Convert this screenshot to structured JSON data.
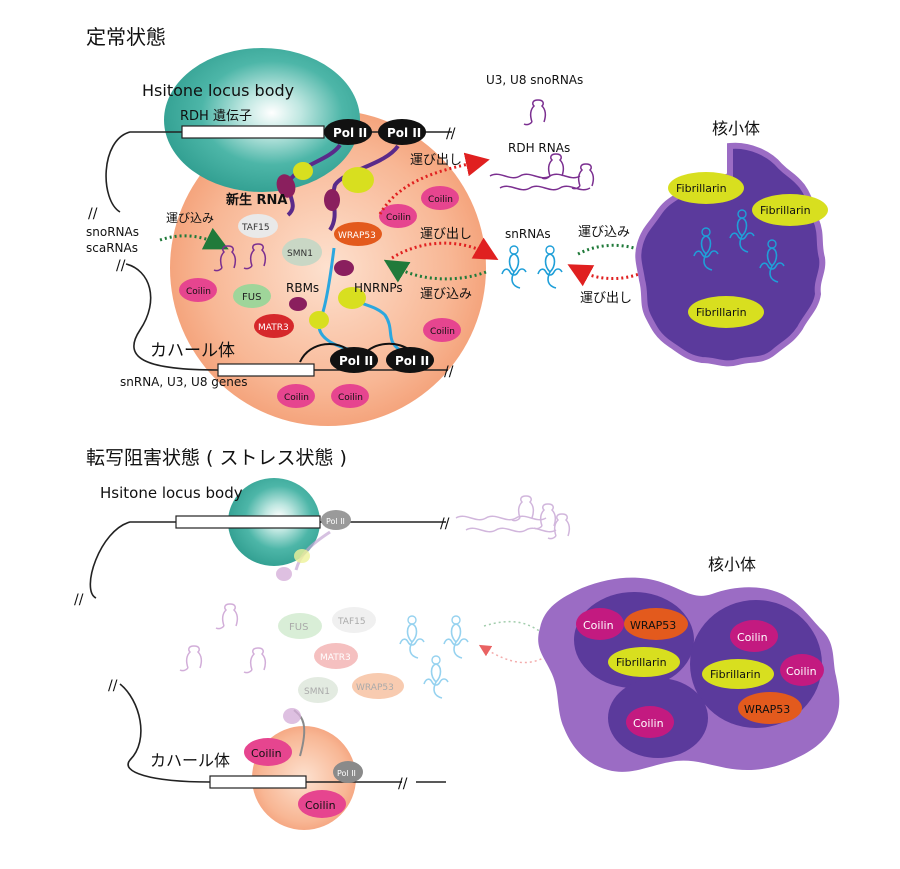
{
  "top": {
    "heading": "定常状態",
    "histone_body": "Hsitone locus body",
    "rdh_gene": "RDH 遺伝子",
    "pol_ii": "Pol II",
    "u3_u8": "U3, U8 snoRNAs",
    "rdh_rnas": "RDH RNAs",
    "export1": "運び出し",
    "nascent_rna": "新生 RNA",
    "sno_label": "snoRNAs",
    "sca_label": "scaRNAs",
    "import1": "運び込み",
    "taf15": "TAF15",
    "smn1": "SMN1",
    "wrap53": "WRAP53",
    "export2": "運び出し",
    "snrnas": "snRNAs",
    "import2": "運び込み",
    "export3": "運び出し",
    "nucleolus": "核小体",
    "fibrillarin": "Fibrillarin",
    "coilin": "Coilin",
    "fus": "FUS",
    "rbms": "RBMs",
    "hnrnps": "HNRNPs",
    "import3": "運び込み",
    "matr3": "MATR3",
    "cajal_body": "カハール体",
    "gene_label": "snRNA, U3, U8 genes"
  },
  "bottom": {
    "heading": "転写阻害状態 ( ストレス状態 )",
    "histone_body": "Hsitone locus body",
    "pol_ii": "Pol II",
    "fus": "FUS",
    "taf15": "TAF15",
    "matr3": "MATR3",
    "smn1": "SMN1",
    "wrap53": "WRAP53",
    "cajal_body": "カハール体",
    "coilin": "Coilin",
    "nucleolus": "核小体",
    "fibrillarin": "Fibrillarin"
  },
  "colors": {
    "histone": "#3aa89a",
    "cajal": "#f6a37a",
    "nucleolus": "#5b3a9c",
    "nucleolus_edge": "#9b6cc4",
    "coilin": "#e6458f",
    "fibrillarin": "#d8df1f",
    "wrap53": "#e35a1d",
    "matr3": "#d6282b",
    "fus": "#9fd59a",
    "smn1": "#c9d7c5",
    "polii": "#111111",
    "rna_purple": "#7b2f90",
    "snrna_blue": "#1f9fd8",
    "arrow_red": "#e02020",
    "arrow_green": "#207a3a"
  }
}
